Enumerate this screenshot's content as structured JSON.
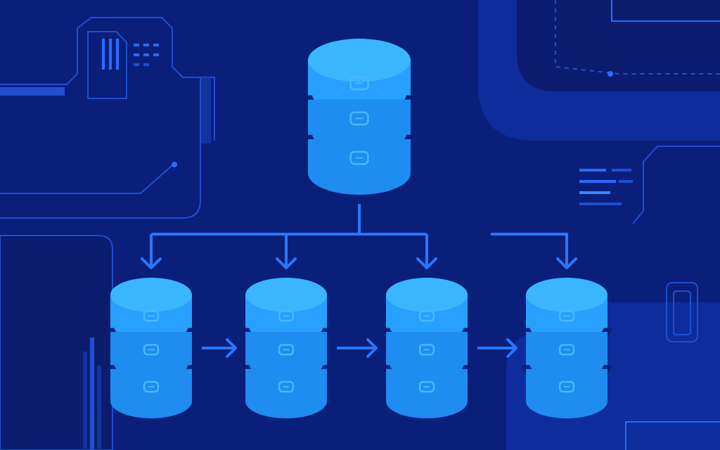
{
  "colors": {
    "background": "#0a1f7a",
    "background_deep": "#0b1c6e",
    "panel": "#0f2c9c",
    "circuit_line": "#1f4fd1",
    "circuit_line_bright": "#2b6bff",
    "connector": "#2a76ff",
    "db_top": "#3ab6ff",
    "db_body": "#1e8cf0",
    "db_body_light": "#27a0ff",
    "db_gap": "#0a1f7a",
    "db_glyph": "#49b8ff"
  },
  "diagram": {
    "root": {
      "id": "db-root",
      "segments": 3,
      "icons": [
        "db-glyph-icon",
        "db-glyph-icon",
        "db-glyph-icon"
      ]
    },
    "children": [
      {
        "id": "db-child-1",
        "segments": 3,
        "icons": [
          "db-glyph-icon",
          "db-glyph-icon",
          "db-glyph-icon"
        ]
      },
      {
        "id": "db-child-2",
        "segments": 3,
        "icons": [
          "db-glyph-icon",
          "db-glyph-icon",
          "db-glyph-icon"
        ]
      },
      {
        "id": "db-child-3",
        "segments": 3,
        "icons": [
          "db-glyph-icon",
          "db-glyph-icon",
          "db-glyph-icon"
        ]
      },
      {
        "id": "db-child-4",
        "segments": 3,
        "icons": [
          "db-glyph-icon",
          "db-glyph-icon",
          "db-glyph-icon"
        ]
      }
    ],
    "edges": [
      {
        "from": "db-root",
        "to": "db-child-1",
        "kind": "down-arrow"
      },
      {
        "from": "db-root",
        "to": "db-child-2",
        "kind": "down-arrow"
      },
      {
        "from": "db-root",
        "to": "db-child-3",
        "kind": "down-arrow"
      },
      {
        "from": "db-root",
        "to": "db-child-4",
        "kind": "down-arrow"
      },
      {
        "from": "db-child-1",
        "to": "db-child-2",
        "kind": "right-arrow"
      },
      {
        "from": "db-child-2",
        "to": "db-child-3",
        "kind": "right-arrow"
      },
      {
        "from": "db-child-3",
        "to": "db-child-4",
        "kind": "right-arrow"
      }
    ]
  }
}
